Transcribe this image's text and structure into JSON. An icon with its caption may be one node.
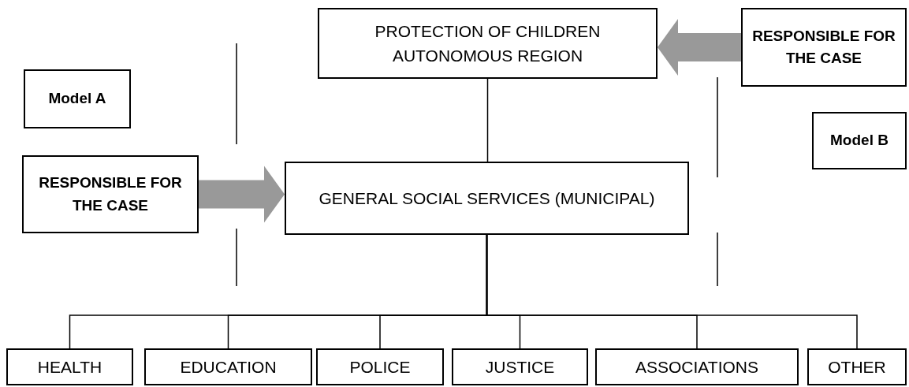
{
  "diagram": {
    "nodes": [
      {
        "text": [
          "PROTECTION OF CHILDREN AUTONOMOUS REGION"
        ]
      },
      {
        "text": [
          "RESPONSIBLE FOR THE CASE"
        ]
      },
      {
        "text": [
          "Model A"
        ]
      },
      {
        "text": [
          "RESPONSIBLE FOR THE CASE"
        ]
      },
      {
        "text": [
          "GENERAL SOCIAL SERVICES (MUNICIPAL)"
        ]
      },
      {
        "text": [
          "Model B"
        ]
      },
      {
        "text": [
          "HEALTH"
        ]
      },
      {
        "text": [
          "EDUCATION"
        ]
      },
      {
        "text": [
          "POLICE"
        ]
      },
      {
        "text": [
          "JUSTICE"
        ]
      },
      {
        "text": [
          "ASSOCIATIONS"
        ]
      },
      {
        "text": [
          "OTHER"
        ]
      }
    ],
    "edges": [
      {
        "from": 3,
        "to": 4,
        "arrow": "to",
        "style": "thick",
        "color": "#999999"
      },
      {
        "from": 1,
        "to": 0,
        "arrow": "to",
        "style": "thick",
        "color": "#999999"
      },
      {
        "from": 0,
        "to": 4,
        "arrow": "none"
      },
      {
        "from": 4,
        "to": 6,
        "arrow": "none"
      },
      {
        "from": 4,
        "to": 7,
        "arrow": "none"
      },
      {
        "from": 4,
        "to": 8,
        "arrow": "none"
      },
      {
        "from": 4,
        "to": 9,
        "arrow": "none"
      },
      {
        "from": 4,
        "to": 10,
        "arrow": "none"
      },
      {
        "from": 4,
        "to": 11,
        "arrow": "none"
      }
    ]
  }
}
